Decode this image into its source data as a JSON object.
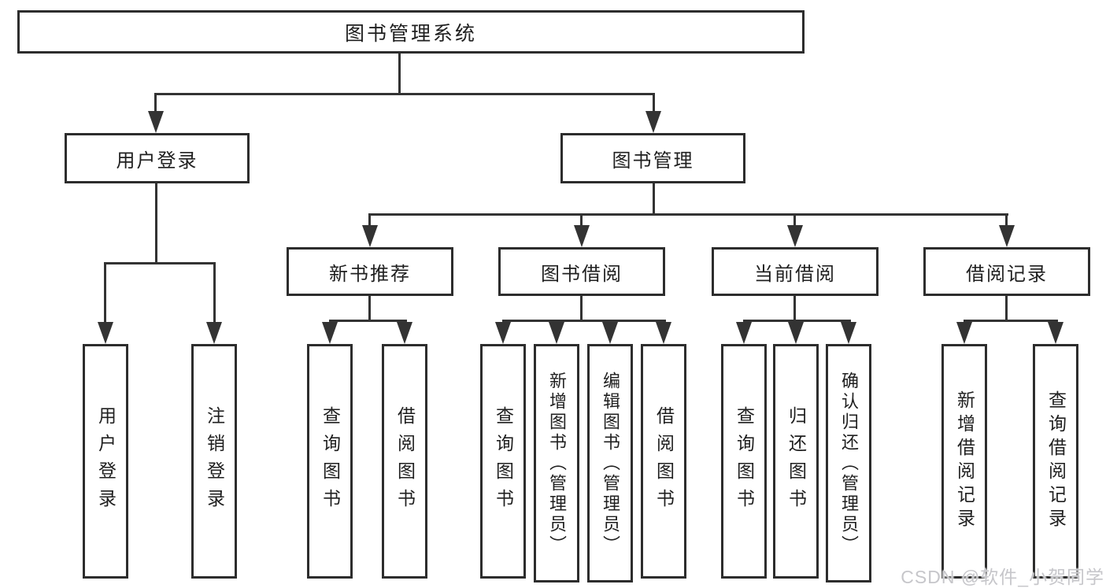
{
  "tree": {
    "root": {
      "label": "图书管理系统"
    },
    "branches": [
      {
        "label": "用户登录",
        "leaves": [
          "用户登录",
          "注销登录"
        ]
      },
      {
        "label": "图书管理",
        "sections": [
          {
            "label": "新书推荐",
            "leaves": [
              "查询图书",
              "借阅图书"
            ]
          },
          {
            "label": "图书借阅",
            "leaves": [
              "查询图书",
              "新增图书（管理员）",
              "编辑图书（管理员）",
              "借阅图书"
            ]
          },
          {
            "label": "当前借阅",
            "leaves": [
              "查询图书",
              "归还图书",
              "确认归还（管理员）"
            ]
          },
          {
            "label": "借阅记录",
            "leaves": [
              "新增借阅记录",
              "查询借阅记录"
            ]
          }
        ]
      }
    ]
  },
  "watermark": {
    "text": "CSDN @软件_小贺同学"
  },
  "colors": {
    "line": "#333333",
    "box_border": "#2d2d2d",
    "text": "#1f1f1f",
    "background": "#ffffff",
    "watermark": "#c6c6ca"
  }
}
